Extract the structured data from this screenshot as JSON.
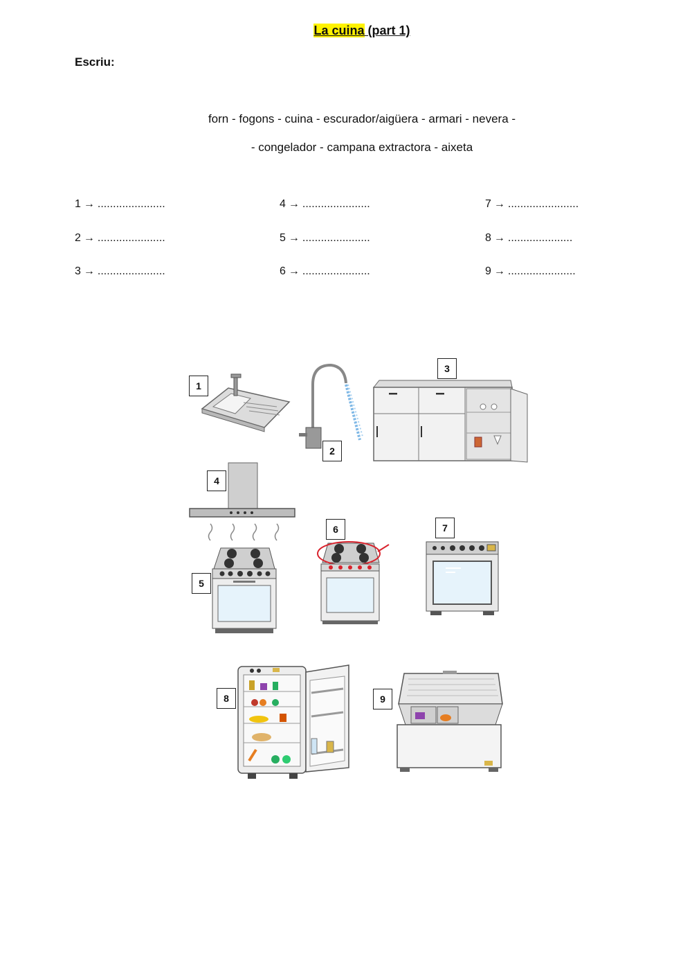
{
  "title": {
    "highlighted": "La cuina",
    "rest": " (part 1)"
  },
  "instruction": "Escriu:",
  "word_bank": {
    "line1": "forn  -  fogons  - cuina  -  escurador/aigüera  -  armari  -  nevera  -",
    "line2": "-  congelador  -  campana extractora   -  aixeta"
  },
  "answers": [
    {
      "num": "1",
      "arrow": "→",
      "blank": "......................"
    },
    {
      "num": "2",
      "arrow": "→",
      "blank": "......................"
    },
    {
      "num": "3",
      "arrow": "→",
      "blank": "......................"
    },
    {
      "num": "4",
      "arrow": "→",
      "blank": "......................"
    },
    {
      "num": "5",
      "arrow": "→",
      "blank": "......................"
    },
    {
      "num": "6",
      "arrow": "→",
      "blank": "......................"
    },
    {
      "num": "7",
      "arrow": "→",
      "blank": "......................."
    },
    {
      "num": "8",
      "arrow": "→",
      "blank": "....................."
    },
    {
      "num": "9",
      "arrow": "→",
      "blank": "......................"
    }
  ],
  "picture_labels": [
    "1",
    "2",
    "3",
    "4",
    "5",
    "6",
    "7",
    "8",
    "9"
  ],
  "colors": {
    "highlight": "#fff200",
    "appliance": "#e8e8e8",
    "outline": "#555555",
    "red_circle": "#d9232d",
    "water": "#7fb8e6"
  }
}
